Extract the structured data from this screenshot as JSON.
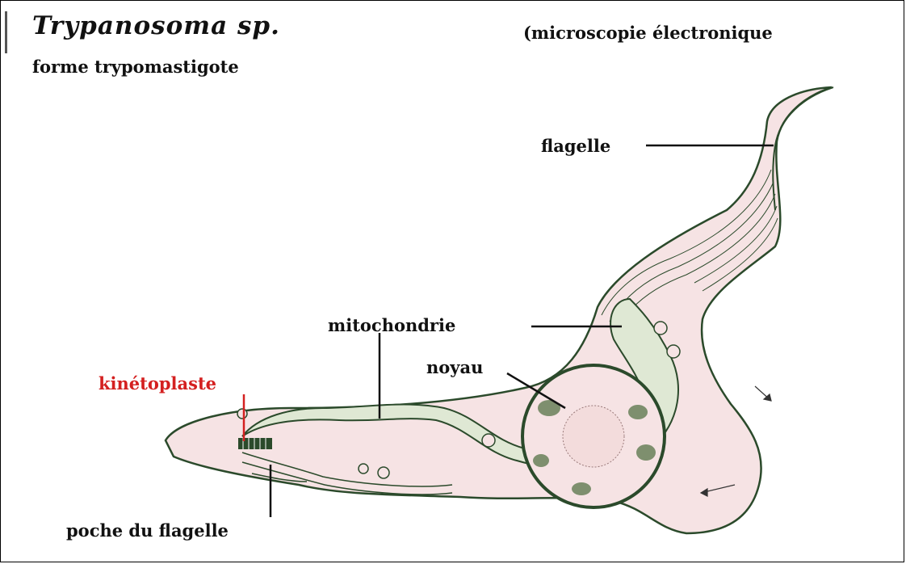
{
  "header": {
    "title": "Trypanosoma sp.",
    "subtitle": "forme trypomastigote",
    "note": "(microscopie électronique"
  },
  "labels": {
    "flagelle": "flagelle",
    "mitochondrie": "mitochondrie",
    "noyau": "noyau",
    "kinetoplaste": "kinétoplaste",
    "poche": "poche du flagelle"
  },
  "colors": {
    "cytoplasm": "#f6e3e4",
    "membrane": "#2b4a2b",
    "mitochondria": "#dfe8d4",
    "kinetoplast_label": "#d42020"
  }
}
